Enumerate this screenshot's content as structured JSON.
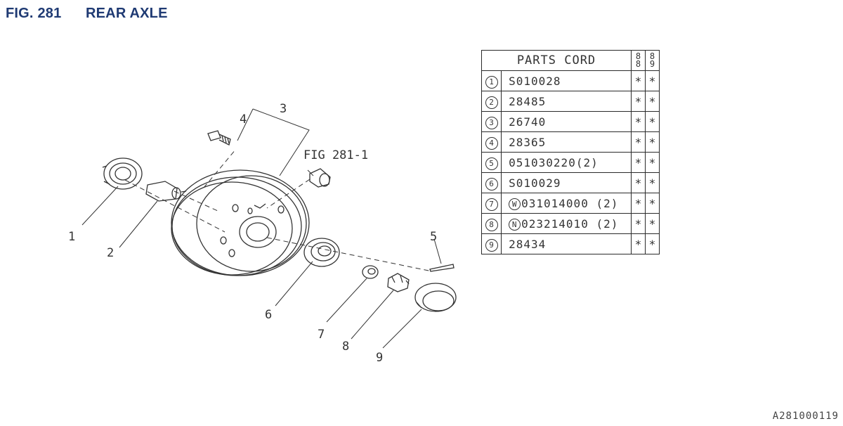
{
  "header": {
    "fig_label": "FIG. 281",
    "title": "REAR AXLE"
  },
  "diagram": {
    "sub_ref": "FIG 281-1",
    "callouts": [
      "1",
      "2",
      "3",
      "4",
      "5",
      "6",
      "7",
      "8",
      "9"
    ]
  },
  "parts_table": {
    "title": "PARTS CORD",
    "year_cols": [
      [
        "8",
        "8"
      ],
      [
        "8",
        "9"
      ]
    ],
    "rows": [
      {
        "num": "1",
        "prefix": "",
        "code": "S010028",
        "marks": [
          "*",
          "*"
        ]
      },
      {
        "num": "2",
        "prefix": "",
        "code": "28485",
        "marks": [
          "*",
          "*"
        ]
      },
      {
        "num": "3",
        "prefix": "",
        "code": "26740",
        "marks": [
          "*",
          "*"
        ]
      },
      {
        "num": "4",
        "prefix": "",
        "code": "28365",
        "marks": [
          "*",
          "*"
        ]
      },
      {
        "num": "5",
        "prefix": "",
        "code": "051030220(2)",
        "marks": [
          "*",
          "*"
        ]
      },
      {
        "num": "6",
        "prefix": "",
        "code": "S010029",
        "marks": [
          "*",
          "*"
        ]
      },
      {
        "num": "7",
        "prefix": "W",
        "code": "031014000 (2)",
        "marks": [
          "*",
          "*"
        ]
      },
      {
        "num": "8",
        "prefix": "N",
        "code": "023214010 (2)",
        "marks": [
          "*",
          "*"
        ]
      },
      {
        "num": "9",
        "prefix": "",
        "code": "28434",
        "marks": [
          "*",
          "*"
        ]
      }
    ]
  },
  "footer": {
    "ref_code": "A281000119"
  }
}
